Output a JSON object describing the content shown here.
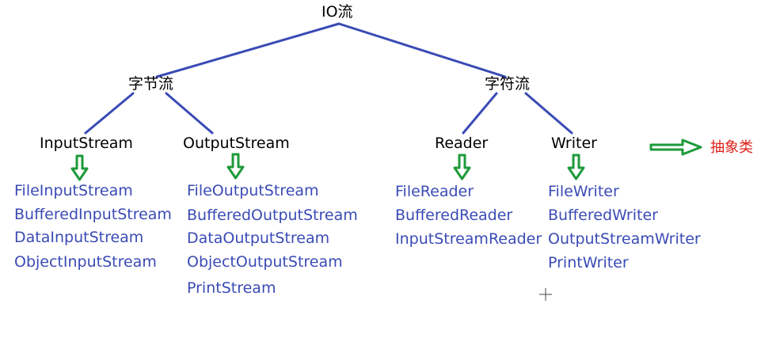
{
  "tree": {
    "root": "IO流",
    "byte_stream": "字节流",
    "char_stream": "字符流",
    "input_stream": "InputStream",
    "output_stream": "OutputStream",
    "reader": "Reader",
    "writer": "Writer"
  },
  "abstract_note": "抽象类",
  "lists": {
    "input": [
      "FileInputStream",
      "BufferedInputStream",
      "DataInputStream",
      "ObjectInputStream"
    ],
    "output": [
      "FileOutputStream",
      "BufferedOutputStream",
      "DataOutputStream",
      "ObjectOutputStream",
      "PrintStream"
    ],
    "reader": [
      "FileReader",
      "BufferedReader",
      "InputStreamReader"
    ],
    "writer": [
      "FileWriter",
      "BufferedWriter",
      "OutputStreamWriter",
      "PrintWriter"
    ]
  },
  "colors": {
    "edge": "#3a4bb5",
    "arrow": "#1e9a3a",
    "class_text": "#3a4bb5",
    "note": "#e0201a"
  }
}
